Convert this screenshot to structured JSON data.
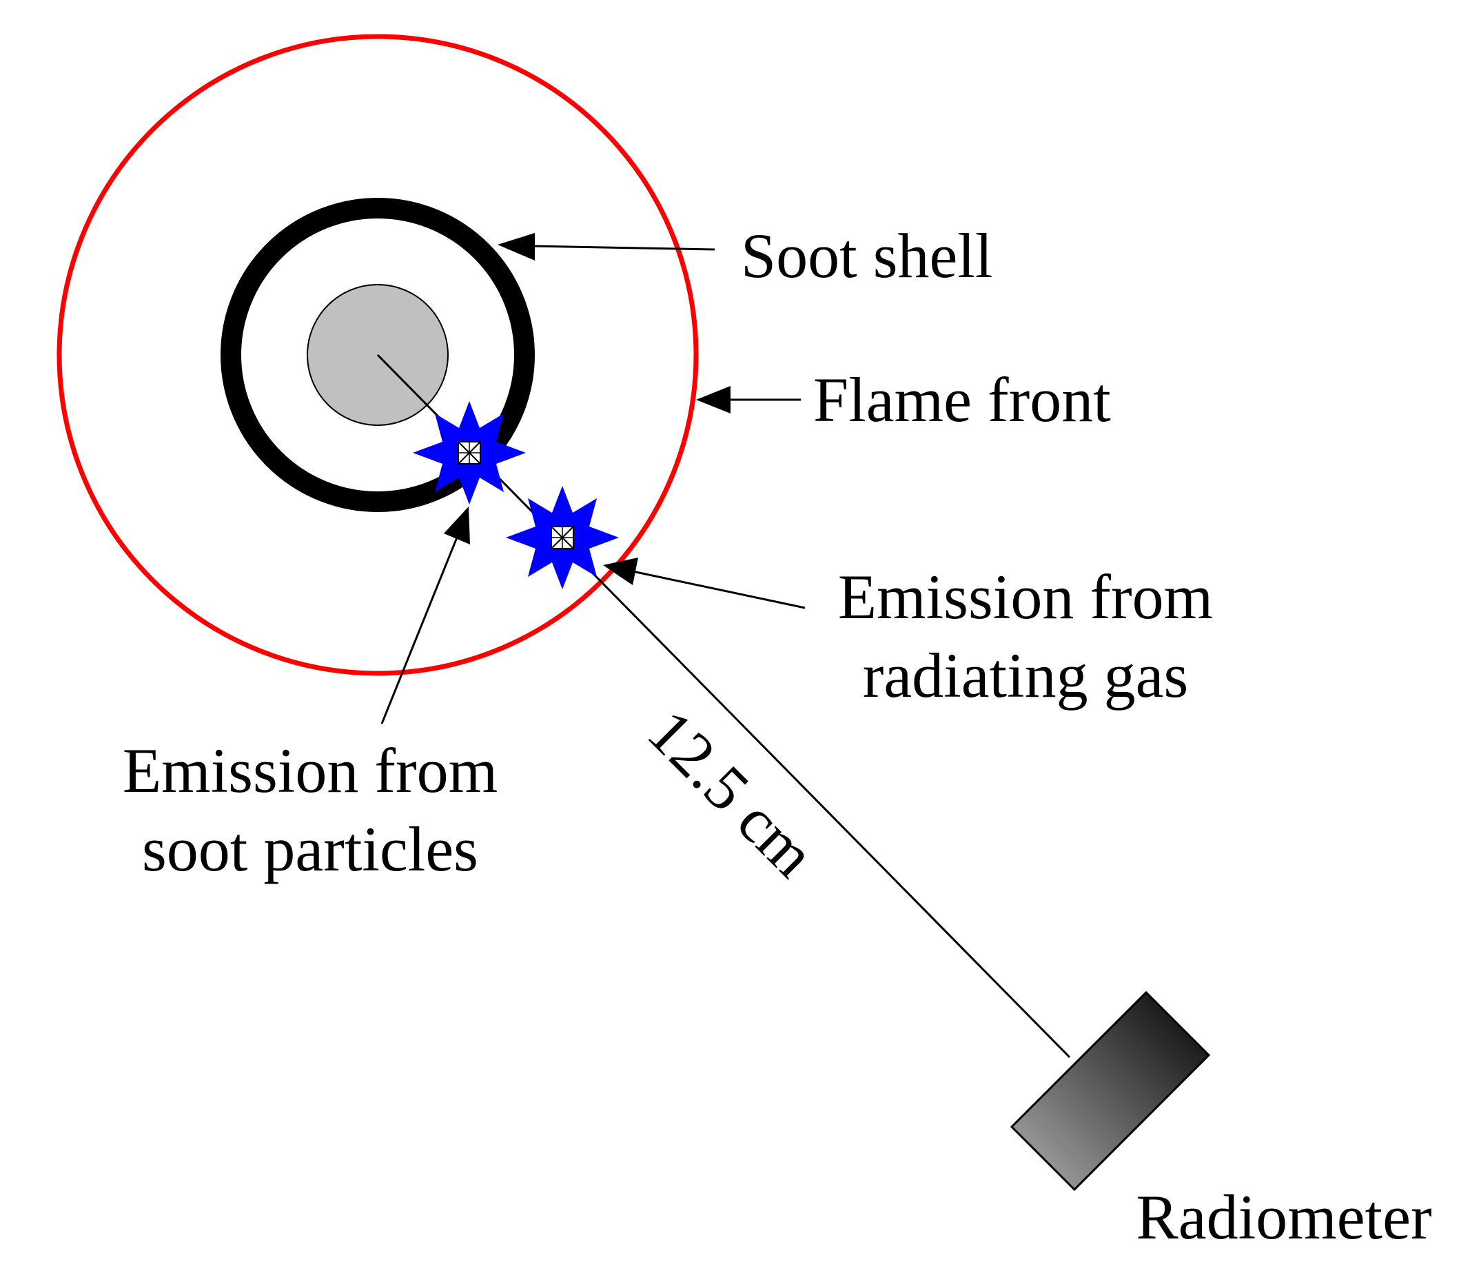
{
  "labels": {
    "soot_shell": "Soot shell",
    "flame_front": "Flame front",
    "gas_line1": "Emission from",
    "gas_line2": "radiating gas",
    "soot_line1": "Emission from",
    "soot_line2": "soot particles",
    "distance": "12.5 cm",
    "radiometer": "Radiometer"
  },
  "colors": {
    "flame_front": "#ff0000",
    "soot_shell": "#000000",
    "droplet_fill": "#c0c0c0",
    "emission": "#0000ff",
    "radiometer_dark": "#000000",
    "radiometer_light": "#b0b0b0"
  }
}
